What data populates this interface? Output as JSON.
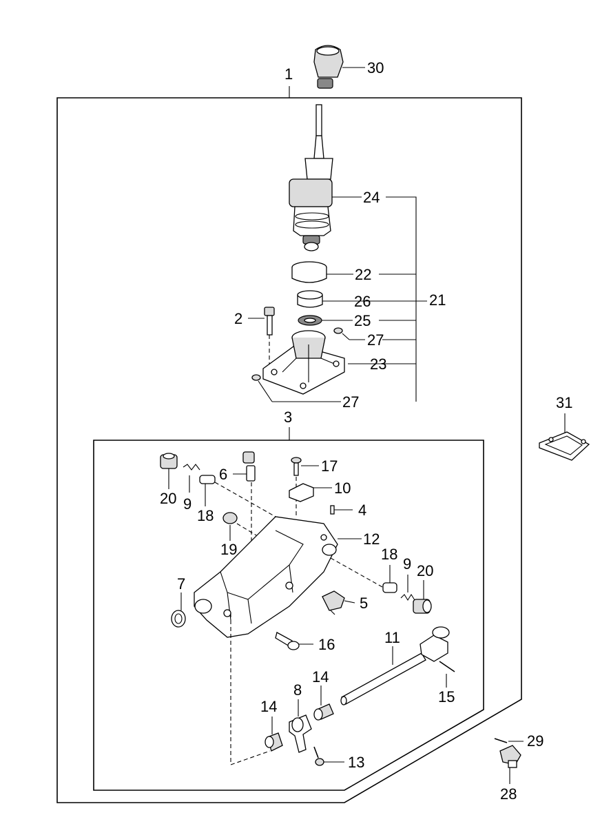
{
  "labels": {
    "p1": "1",
    "p2": "2",
    "p3": "3",
    "p4": "4",
    "p5": "5",
    "p6": "6",
    "p7": "7",
    "p8": "8",
    "p9a": "9",
    "p9b": "9",
    "p10": "10",
    "p11": "11",
    "p12": "12",
    "p13": "13",
    "p14a": "14",
    "p14b": "14",
    "p15": "15",
    "p16": "16",
    "p17": "17",
    "p18a": "18",
    "p18b": "18",
    "p19": "19",
    "p20a": "20",
    "p20b": "20",
    "p21": "21",
    "p22": "22",
    "p23": "23",
    "p24": "24",
    "p25": "25",
    "p26": "26",
    "p27a": "27",
    "p27b": "27",
    "p28": "28",
    "p29": "29",
    "p30": "30",
    "p31": "31"
  }
}
